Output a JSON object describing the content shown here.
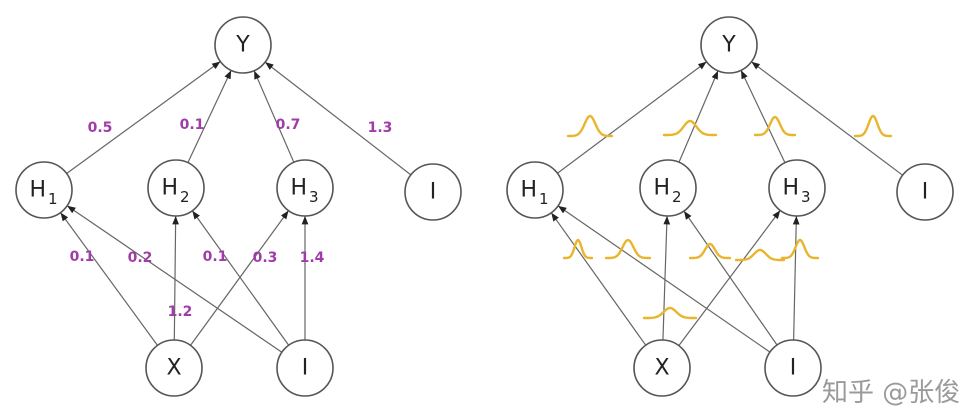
{
  "diagrams": [
    {
      "name": "fixed-weights-network",
      "weight_style": "number",
      "nodes": [
        {
          "id": "Y",
          "label": "Y",
          "sub": ""
        },
        {
          "id": "H1",
          "label": "H",
          "sub": "1"
        },
        {
          "id": "H2",
          "label": "H",
          "sub": "2"
        },
        {
          "id": "H3",
          "label": "H",
          "sub": "3"
        },
        {
          "id": "B1",
          "label": "I",
          "sub": ""
        },
        {
          "id": "X",
          "label": "X",
          "sub": ""
        },
        {
          "id": "B0",
          "label": "I",
          "sub": ""
        }
      ],
      "edges": [
        {
          "from": "H1",
          "to": "Y",
          "weight": "0.5"
        },
        {
          "from": "H2",
          "to": "Y",
          "weight": "0.1"
        },
        {
          "from": "H3",
          "to": "Y",
          "weight": "0.7"
        },
        {
          "from": "B1",
          "to": "Y",
          "weight": "1.3"
        },
        {
          "from": "X",
          "to": "H1",
          "weight": "0.1"
        },
        {
          "from": "B0",
          "to": "H1",
          "weight": "0.2"
        },
        {
          "from": "X",
          "to": "H2",
          "weight": "1.2"
        },
        {
          "from": "B0",
          "to": "H2",
          "weight": "0.1"
        },
        {
          "from": "X",
          "to": "H3",
          "weight": "0.3"
        },
        {
          "from": "B0",
          "to": "H3",
          "weight": "1.4"
        }
      ]
    },
    {
      "name": "bayesian-weights-network",
      "weight_style": "distribution",
      "nodes": [
        {
          "id": "Y",
          "label": "Y",
          "sub": ""
        },
        {
          "id": "H1",
          "label": "H",
          "sub": "1"
        },
        {
          "id": "H2",
          "label": "H",
          "sub": "2"
        },
        {
          "id": "H3",
          "label": "H",
          "sub": "3"
        },
        {
          "id": "B1",
          "label": "I",
          "sub": ""
        },
        {
          "id": "X",
          "label": "X",
          "sub": ""
        },
        {
          "id": "B0",
          "label": "I",
          "sub": ""
        }
      ],
      "edges": [
        {
          "from": "H1",
          "to": "Y"
        },
        {
          "from": "H2",
          "to": "Y"
        },
        {
          "from": "H3",
          "to": "Y"
        },
        {
          "from": "B1",
          "to": "Y"
        },
        {
          "from": "X",
          "to": "H1"
        },
        {
          "from": "B0",
          "to": "H1"
        },
        {
          "from": "X",
          "to": "H2"
        },
        {
          "from": "B0",
          "to": "H2"
        },
        {
          "from": "X",
          "to": "H3"
        },
        {
          "from": "B0",
          "to": "H3"
        }
      ]
    }
  ],
  "colors": {
    "weight_label": "#a03ca8",
    "distribution": "#e8b52c"
  },
  "watermark": "知乎 @张俊"
}
